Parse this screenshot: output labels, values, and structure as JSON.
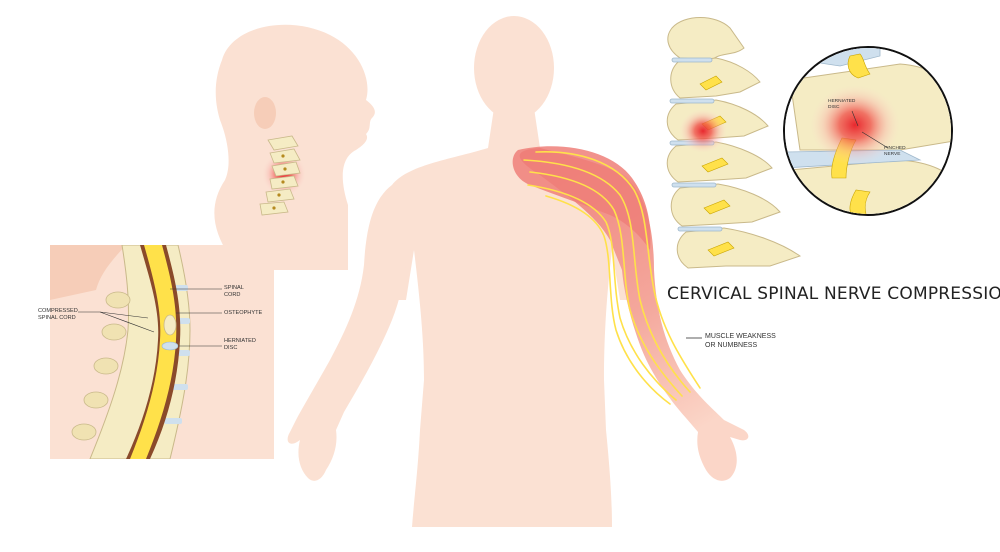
{
  "title": "CERVICAL SPINAL NERVE COMPRESSION",
  "inset_labels": {
    "spinal_cord": "SPINAL\nCORD",
    "osteophyte": "OSTEOPHYTE",
    "herniated_disc": "HERNIATED\nDISC",
    "compressed_spinal_cord": "COMPRESSED\nSPINAL CORD"
  },
  "zoom_labels": {
    "herniated_disc": "HERNIATED\nDISC",
    "pinched_nerve": "PINCHED\nNERVE"
  },
  "arm_label": "MUSCLE WEAKNESS\nOR NUMBNESS",
  "colors": {
    "skin": "#fbe1d3",
    "skin_dark": "#f6cdb8",
    "arm_inflamed": "#f08a84",
    "nerve": "#ffe14a",
    "bone": "#f5ecc4",
    "bone_outline": "#c9b98a",
    "disc": "#cfe0ee",
    "pain": "#e8282e"
  }
}
